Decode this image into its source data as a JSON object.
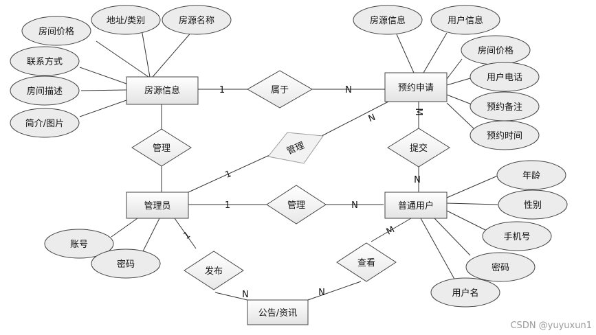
{
  "entities": {
    "listing": "房源信息",
    "booking": "预约申请",
    "admin": "管理员",
    "user": "普通用户",
    "notice": "公告/资讯"
  },
  "relationships": {
    "belongs": "属于",
    "manage_listing": "管理",
    "manage_booking": "管理",
    "manage_user": "管理",
    "submit": "提交",
    "publish": "发布",
    "view": "查看"
  },
  "attributes": {
    "listing_price": "房间价格",
    "listing_address": "地址/类别",
    "listing_name": "房源名称",
    "listing_contact": "联系方式",
    "listing_desc": "房间描述",
    "listing_intro": "简介/图片",
    "booking_listing": "房源信息",
    "booking_user": "用户信息",
    "booking_price": "房间价格",
    "booking_phone": "用户电话",
    "booking_note": "预约备注",
    "booking_time": "预约时间",
    "user_age": "年龄",
    "user_gender": "性别",
    "user_mobile": "手机号",
    "user_password": "密码",
    "user_name": "用户名",
    "admin_account": "账号",
    "admin_password": "密码"
  },
  "cardinalities": {
    "listing_belongs": "1",
    "belongs_booking": "N",
    "admin_manage_listing": "1",
    "manage_booking_n": "N",
    "admin_manage_user": "1",
    "manage_user_n": "N",
    "booking_submit": "M",
    "submit_user": "N",
    "admin_publish": "1",
    "publish_notice": "N",
    "view_notice": "N",
    "user_view": "M"
  },
  "watermark": "CSDN @yuyuxun1"
}
